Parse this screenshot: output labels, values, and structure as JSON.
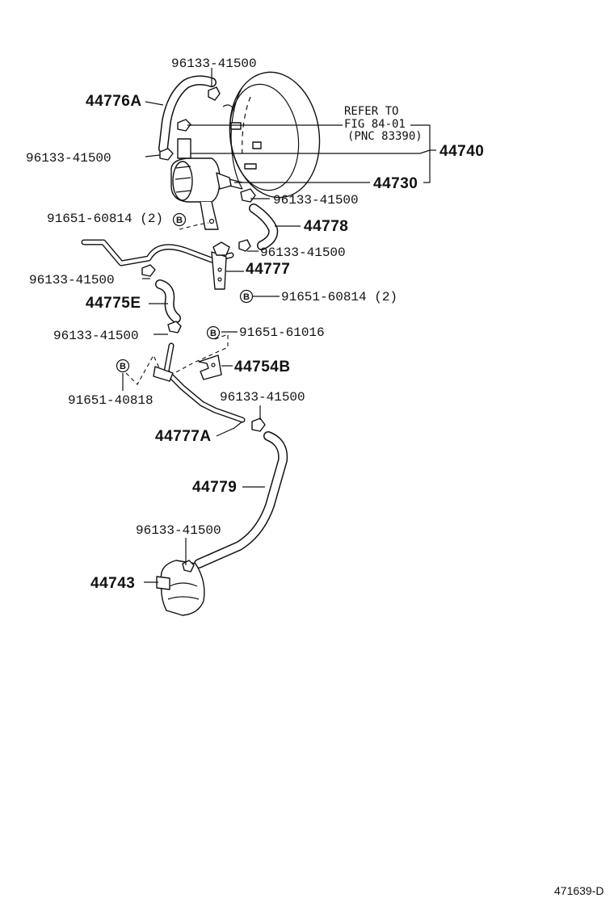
{
  "labels": {
    "clip": "96133-41500",
    "p44776A": "44776A",
    "p44740": "44740",
    "p44730": "44730",
    "p44778": "44778",
    "p44777": "44777",
    "p44775E": "44775E",
    "p44754B": "44754B",
    "p44777A": "44777A",
    "p44779": "44779",
    "p44743": "44743",
    "bolt_60814": "91651-60814 (2)",
    "bolt_60814b": "91651-60814 (2)",
    "bolt_61016": "91651-61016",
    "bolt_40818": "91651-40818",
    "refer_line1": "REFER TO",
    "refer_line2": "FIG 84-01",
    "refer_line3": "(PNC 83390)",
    "callout_b": "B",
    "illustration_id": "471639-D"
  }
}
